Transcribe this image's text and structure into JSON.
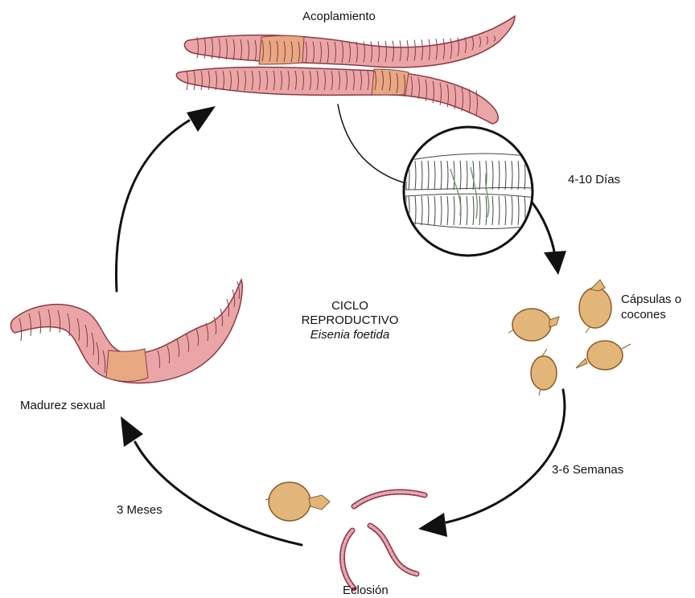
{
  "diagram": {
    "title_line1": "CICLO",
    "title_line2": "REPRODUCTIVO",
    "species": "Eisenia foetida",
    "stages": {
      "mating": "Acoplamiento",
      "cocoons_line1": "Cápsulas o",
      "cocoons_line2": "cocones",
      "hatching": "Eclosión",
      "maturity": "Madurez sexual"
    },
    "durations": {
      "mating_to_cocoons": "4-10 Días",
      "cocoons_to_hatching": "3-6 Semanas",
      "hatching_to_maturity": "3 Meses"
    },
    "colors": {
      "worm_fill": "#eaa6a6",
      "worm_stroke": "#8a3a44",
      "clitellum": "#e7a882",
      "cocoon_fill": "#e2b678",
      "cocoon_stroke": "#8a5a28",
      "arrow": "#111111"
    }
  }
}
